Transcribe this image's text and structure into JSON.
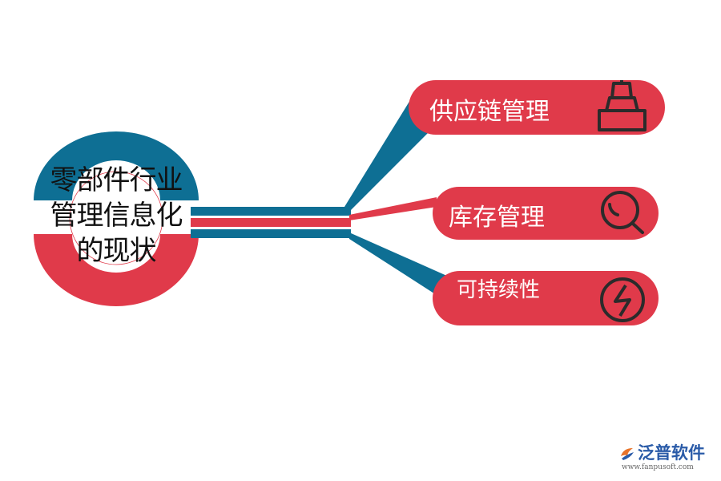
{
  "center": {
    "lines": [
      "零部件行业",
      "管理信息化",
      "的现状"
    ]
  },
  "nodes": [
    {
      "id": "supply",
      "label": "供应链管理",
      "icon": "shop-icon"
    },
    {
      "id": "inventory",
      "label": "库存管理",
      "icon": "search-icon"
    },
    {
      "id": "sustain",
      "label": "可持续性",
      "icon": "lightning-icon"
    }
  ],
  "brand": {
    "name": "泛普软件",
    "url": "www.fanpusoft.com"
  },
  "colors": {
    "teal": "#0e6f94",
    "red": "#e03a4a",
    "icon": "#2b2b2b"
  }
}
